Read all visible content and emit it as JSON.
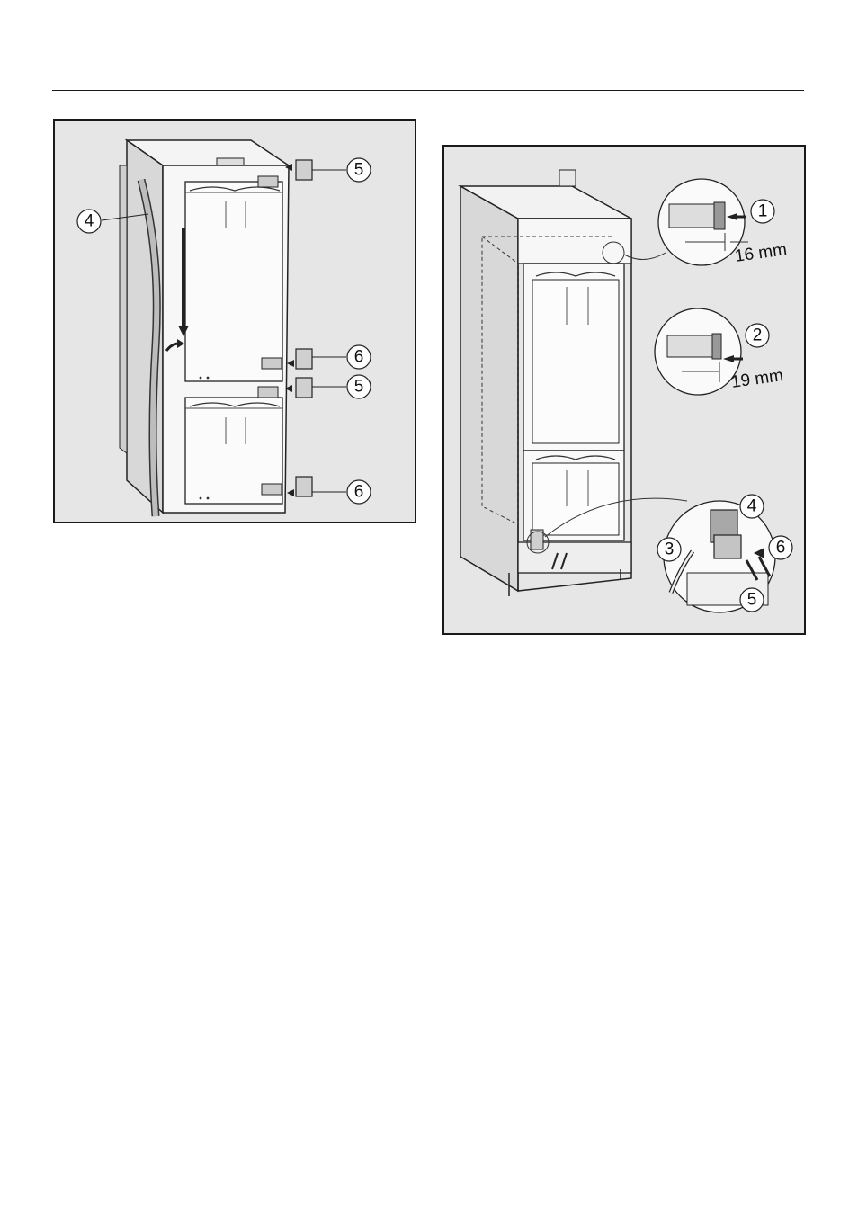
{
  "figure_left": {
    "callouts": [
      "4",
      "5",
      "6",
      "5",
      "6"
    ]
  },
  "figure_right": {
    "callouts": [
      "1",
      "2",
      "4",
      "3",
      "6",
      "5"
    ],
    "dimensions": {
      "top_hinge": "16 mm",
      "second_hinge": "19 mm"
    }
  }
}
